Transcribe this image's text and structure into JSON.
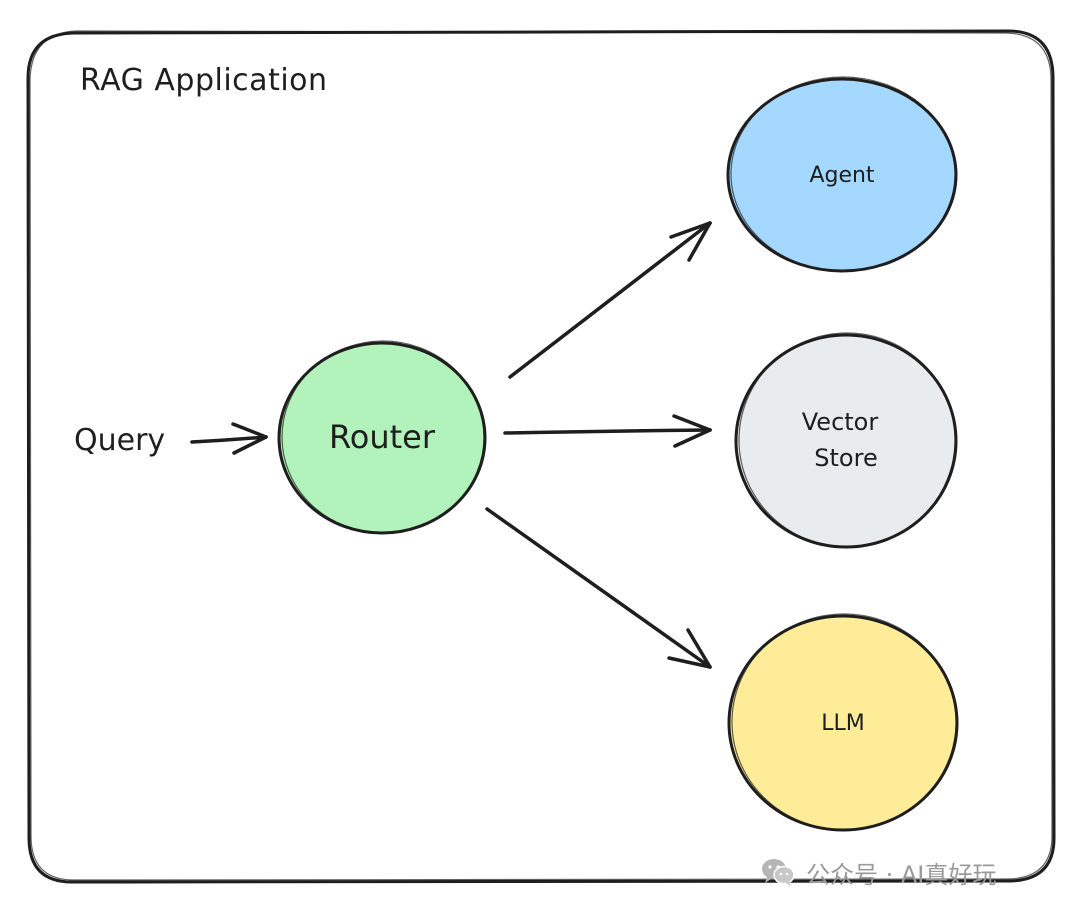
{
  "container": {
    "title": "RAG Application"
  },
  "input": {
    "label": "Query"
  },
  "nodes": {
    "router": {
      "label": "Router",
      "color": "#b2f2bb"
    },
    "agent": {
      "label": "Agent",
      "color": "#a5d8ff"
    },
    "vector_store": {
      "label_line1": "Vector",
      "label_line2": "Store",
      "color": "#e9ecef"
    },
    "llm": {
      "label": "LLM",
      "color": "#ffec99"
    }
  },
  "edges": [
    {
      "from": "Query",
      "to": "Router"
    },
    {
      "from": "Router",
      "to": "Agent"
    },
    {
      "from": "Router",
      "to": "Vector Store"
    },
    {
      "from": "Router",
      "to": "LLM"
    }
  ],
  "watermark": {
    "text": "公众号 · AI真好玩",
    "icon": "wechat-icon"
  }
}
